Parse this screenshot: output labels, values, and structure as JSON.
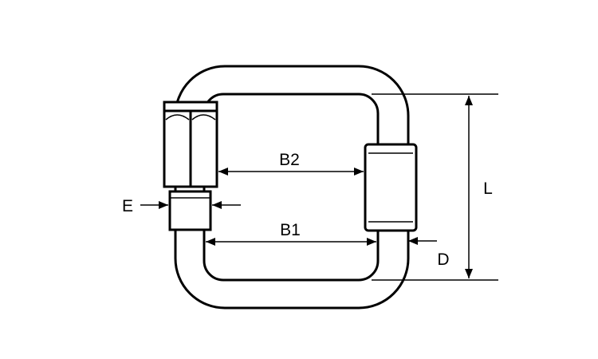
{
  "labels": {
    "b2": "B2",
    "b1": "B1",
    "e": "E",
    "d": "D",
    "l": "L"
  },
  "colors": {
    "stroke": "#000000",
    "background": "#ffffff"
  }
}
